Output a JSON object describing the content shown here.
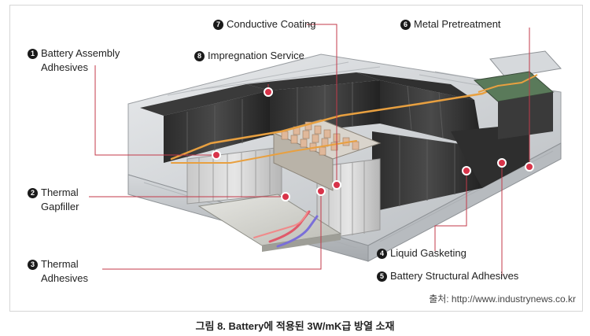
{
  "callouts": [
    {
      "id": "battery-assembly-adhesives",
      "number": "1",
      "line1": "Battery Assembly",
      "line2": "Adhesives"
    },
    {
      "id": "thermal-gapfiller",
      "number": "2",
      "line1": "Thermal",
      "line2": "Gapfiller"
    },
    {
      "id": "thermal-adhesives",
      "number": "3",
      "line1": "Thermal",
      "line2": "Adhesives"
    },
    {
      "id": "liquid-gasketing",
      "number": "4",
      "line1": "Liquid Gasketing",
      "line2": ""
    },
    {
      "id": "battery-structural-adhesives",
      "number": "5",
      "line1": "Battery Structural Adhesives",
      "line2": ""
    },
    {
      "id": "metal-pretreatment",
      "number": "6",
      "line1": "Metal Pretreatment",
      "line2": ""
    },
    {
      "id": "conductive-coating",
      "number": "7",
      "line1": "Conductive Coating",
      "line2": ""
    },
    {
      "id": "impregnation-service",
      "number": "8",
      "line1": "Impregnation Service",
      "line2": ""
    }
  ],
  "source_text": "출처: http://www.industrynews.co.kr",
  "caption": "그림 8. Battery에 적용된 3W/mK급 방열 소재",
  "colors": {
    "leader_line": "#c33a4a",
    "marker": "#d8344a",
    "coolant_pipe": "#e8a040",
    "tray": "#c9cdd0"
  }
}
